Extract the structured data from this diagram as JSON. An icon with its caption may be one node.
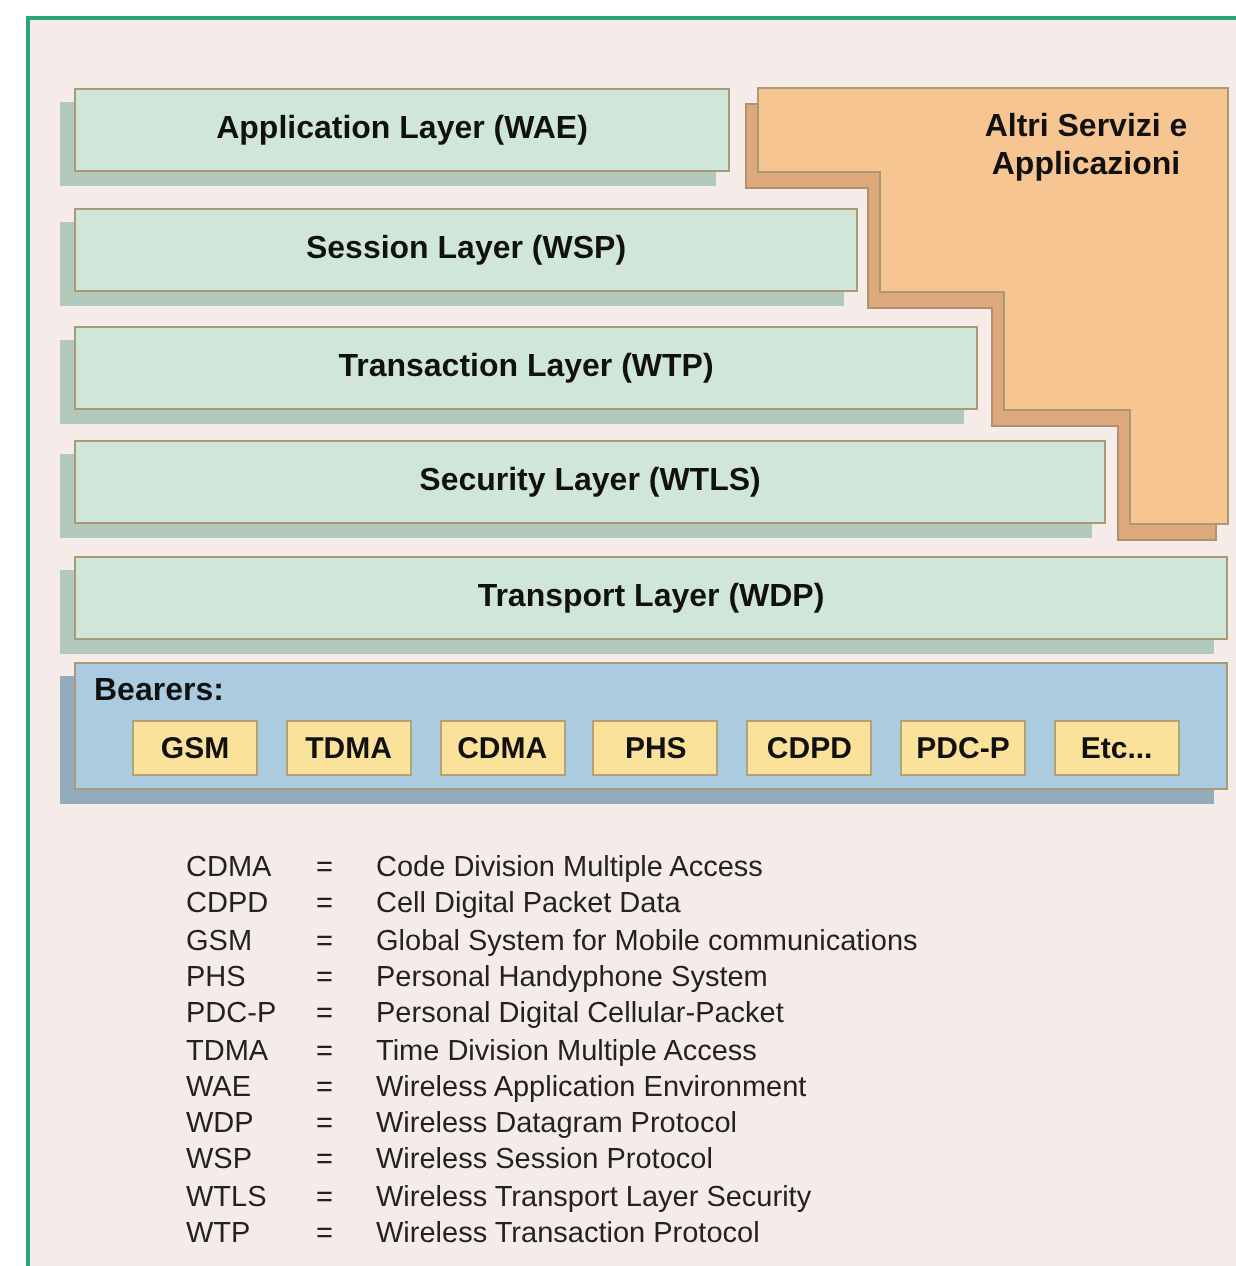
{
  "diagram": {
    "nodes": [
      {
        "text": [
          "Application Layer (WAE)"
        ]
      },
      {
        "text": [
          "Altri Servizi e Applicazioni"
        ]
      },
      {
        "text": [
          "Session Layer (WSP)"
        ]
      },
      {
        "text": [
          "Transaction Layer (WTP)"
        ]
      },
      {
        "text": [
          "Security Layer (WTLS)"
        ]
      },
      {
        "text": [
          "Transport Layer (WDP)"
        ]
      },
      {
        "text": [
          "Bearers:"
        ]
      },
      {
        "text": [
          "GSM"
        ],
        "in": 6
      },
      {
        "text": [
          "TDMA"
        ],
        "in": 6
      },
      {
        "text": [
          "CDMA"
        ],
        "in": 6
      },
      {
        "text": [
          "PHS"
        ],
        "in": 6
      },
      {
        "text": [
          "CDPD"
        ],
        "in": 6
      },
      {
        "text": [
          "PDC-P"
        ],
        "in": 6
      },
      {
        "text": [
          "Etc..."
        ],
        "in": 6
      }
    ],
    "edges": [],
    "labels": [
      "CDMA",
      "=",
      "Code Division Multiple Access",
      "CDPD",
      "=",
      "Cell Digital Packet Data",
      "GSM",
      "=",
      "Global System for Mobile communications",
      "PHS",
      "=",
      "Personal Handyphone System",
      "PDC-P",
      "=",
      "Personal Digital Cellular-Packet",
      "TDMA",
      "=",
      "Time Division Multiple Access",
      "WAE",
      "=",
      "Wireless Application Environment",
      "WDP",
      "=",
      "Wireless Datagram Protocol",
      "WSP",
      "=",
      "Wireless Session Protocol",
      "WTLS",
      "=",
      "Wireless Transport Layer Security",
      "WTP",
      "=",
      "Wireless Transaction Protocol"
    ]
  }
}
